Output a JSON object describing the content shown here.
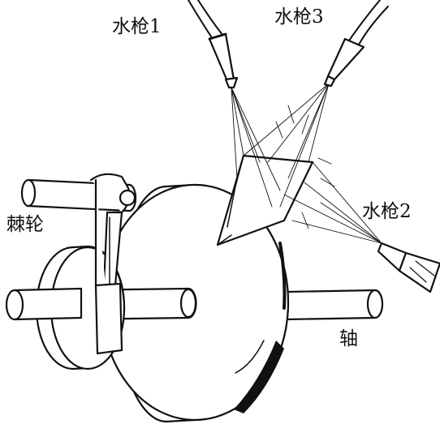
{
  "labels": {
    "gun1": "水枪1",
    "gun3": "水枪3",
    "gun2": "水枪2",
    "ratchet": "棘轮",
    "shaft": "轴"
  },
  "colors": {
    "line": "#111111",
    "background": "#ffffff"
  }
}
